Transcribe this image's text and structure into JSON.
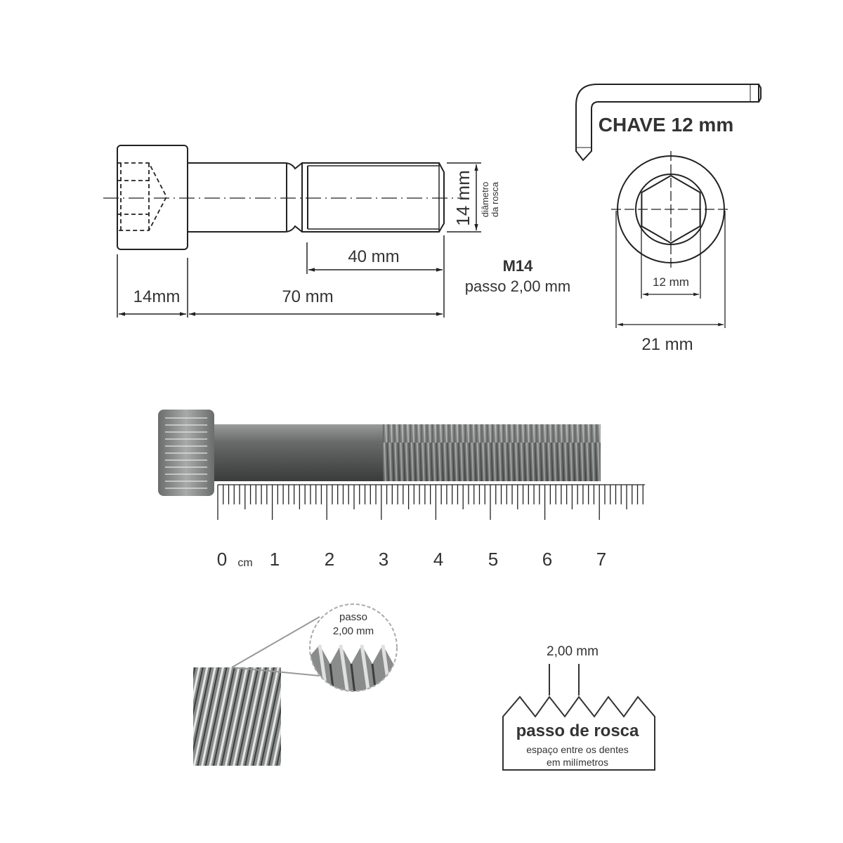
{
  "drawing": {
    "head_length": "14mm",
    "total_length": "70 mm",
    "thread_length": "40 mm",
    "thread_diameter": "14 mm",
    "diameter_label_line1": "diâmetro",
    "diameter_label_line2": "da rosca",
    "spec_title": "M14",
    "spec_pitch": "passo 2,00 mm"
  },
  "wrench": {
    "title": "CHAVE 12 mm",
    "hex_size": "12 mm",
    "head_diameter": "21 mm"
  },
  "ruler": {
    "unit": "cm",
    "labels": [
      "0",
      "1",
      "2",
      "3",
      "4",
      "5",
      "6",
      "7"
    ]
  },
  "closeup": {
    "line1": "passo",
    "line2": "2,00 mm"
  },
  "pitch_box": {
    "measure": "2,00 mm",
    "title": "passo de rosca",
    "desc_line1": "espaço entre os dentes",
    "desc_line2": "em milímetros"
  },
  "colors": {
    "line": "#222222",
    "text": "#333333",
    "metal": "#5a5c5c"
  }
}
